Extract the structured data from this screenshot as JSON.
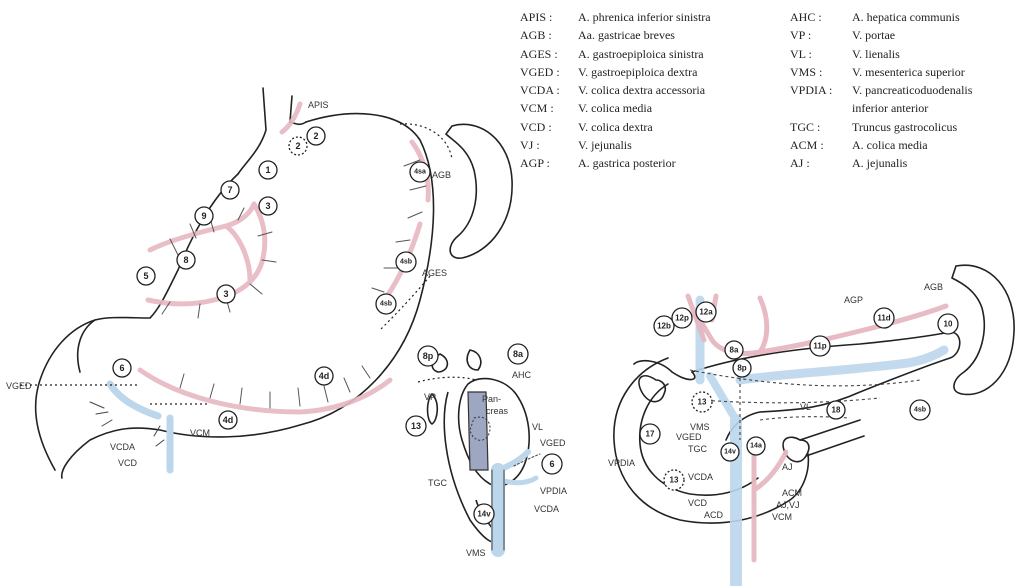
{
  "colors": {
    "artery": "#e7b8c1",
    "vein": "#bcd6ec",
    "outline": "#222222",
    "pancreas_fill": "#9ea7c2"
  },
  "legend_left": [
    {
      "abbr": "APIS :",
      "name": "A. phrenica inferior sinistra"
    },
    {
      "abbr": "AGB :",
      "name": "Aa. gastricae breves"
    },
    {
      "abbr": "AGES :",
      "name": "A. gastroepiploica sinistra"
    },
    {
      "abbr": "VGED :",
      "name": "V. gastroepiploica dextra"
    },
    {
      "abbr": "VCDA :",
      "name": "V. colica dextra accessoria"
    },
    {
      "abbr": "VCM :",
      "name": "V. colica media"
    },
    {
      "abbr": "VCD :",
      "name": "V. colica dextra"
    },
    {
      "abbr": "VJ :",
      "name": "V. jejunalis"
    },
    {
      "abbr": "AGP :",
      "name": "A. gastrica posterior"
    }
  ],
  "legend_right": [
    {
      "abbr": "AHC :",
      "name": "A. hepatica communis"
    },
    {
      "abbr": "VP :",
      "name": "V. portae"
    },
    {
      "abbr": "VL :",
      "name": "V. lienalis"
    },
    {
      "abbr": "VMS :",
      "name": "V. mesenterica superior"
    },
    {
      "abbr": "VPDIA :",
      "name": "V. pancreaticoduodenalis"
    },
    {
      "abbr": "",
      "name": "inferior anterior"
    },
    {
      "abbr": "TGC :",
      "name": "Truncus gastrocolicus"
    },
    {
      "abbr": "ACM :",
      "name": "A. colica media"
    },
    {
      "abbr": "AJ :",
      "name": "A. jejunalis"
    }
  ],
  "stomach": {
    "labels": [
      "APIS",
      "AGB",
      "AGES",
      "VGED",
      "VCDA",
      "VCD",
      "VCM"
    ],
    "nodes": [
      "1",
      "2",
      "2",
      "3",
      "3",
      "4sa",
      "4sb",
      "4sb",
      "4d",
      "4d",
      "5",
      "6",
      "7",
      "8",
      "9"
    ]
  },
  "section": {
    "labels": [
      "AHC",
      "VP",
      "Pan-",
      "creas",
      "VL",
      "VGED",
      "VPDIA",
      "TGC",
      "VCDA",
      "VMS"
    ],
    "nodes": [
      "8p",
      "8a",
      "13",
      "6",
      "14v"
    ]
  },
  "pancreas": {
    "labels": [
      "AGP",
      "AGB",
      "VL",
      "VMS",
      "VGED",
      "TGC",
      "VPDIA",
      "VCDA",
      "VCD",
      "ACD",
      "AJ",
      "ACM",
      "AJ,VJ",
      "VCM"
    ],
    "nodes": [
      "12b",
      "12p",
      "12a",
      "8a",
      "8p",
      "11p",
      "11d",
      "10",
      "4sb",
      "18",
      "13",
      "17",
      "14v",
      "14a",
      "13"
    ]
  }
}
